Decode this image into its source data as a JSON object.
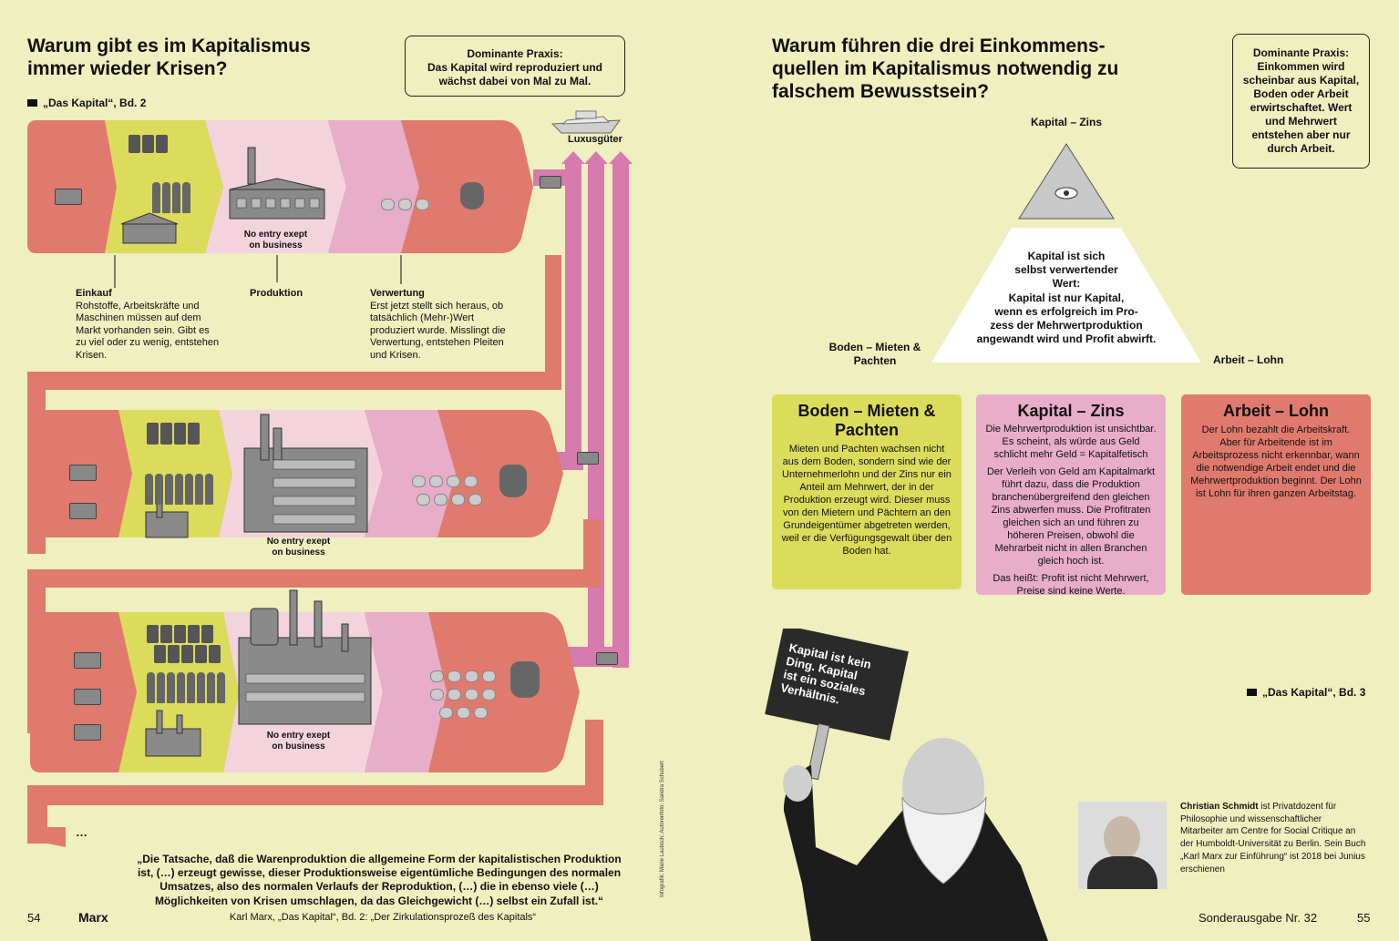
{
  "left": {
    "title": "Warum gibt es im Kapitalismus immer wieder Krisen?",
    "ref": "„Das Kapital“, Bd. 2",
    "praxis": {
      "head": "Dominante Praxis:",
      "text": "Das Kapital wird reproduziert und wächst dabei von Mal zu Mal."
    },
    "luxury": "Luxusgüter",
    "no_entry": [
      "No entry exept",
      "on business"
    ],
    "stages": [
      {
        "head": "Einkauf",
        "text": "Rohstoffe, Arbeitskräfte und Maschinen müssen auf dem Markt vorhanden sein. Gibt es zu viel oder zu wenig, entstehen Krisen."
      },
      {
        "head": "Produktion",
        "text": ""
      },
      {
        "head": "Verwertung",
        "text": "Erst jetzt stellt sich heraus, ob tatsächlich (Mehr-)Wert produziert wurde. Misslingt die Verwertung, entstehen Pleiten und Krisen."
      }
    ],
    "ellipsis": "…",
    "quote": "„Die Tatsache, daß die Warenproduktion die allgemeine Form der kapitalistischen Produktion ist, (…) erzeugt gewisse, dieser Produktionsweise eigentümliche Bedingungen des normalen Umsatzes, also des normalen Verlaufs der Reproduktion, (…) die in ebenso viele (…) Möglichkeiten von Krisen umschlagen, da das Gleichgewicht (…) selbst ein Zufall ist.“",
    "quote_source": "Karl Marx, „Das Kapital“, Bd. 2: „Der Zirkulationsprozeß des Kapitals“",
    "credit": "Infografik: Marie Laubsch; Autorenfoto: Sandra Schubert",
    "page_no": "54",
    "magazine": "Marx"
  },
  "right": {
    "title": "Warum führen die drei Einkommensquellen im Kapitalismus notwendig zu falschem Bewusstsein?",
    "title_lines": [
      "Warum führen die drei Einkommens-",
      "quellen im Kapitalismus notwendig zu",
      "falschem Bewusstsein?"
    ],
    "praxis": {
      "head": "Dominante Praxis:",
      "text": "Einkommen wird scheinbar aus Kapital, Boden oder Arbeit erwirtschaftet. Wert und Mehrwert entstehen aber nur durch Arbeit."
    },
    "pyr_top": "Kapital – Zins",
    "pyr_left": "Boden – Mieten & Pachten",
    "pyr_right": "Arbeit – Lohn",
    "pyr_text": [
      "Kapital ist sich",
      "selbst verwertender",
      "Wert:",
      "Kapital ist nur Kapital,",
      "wenn es erfolgreich im Pro-",
      "zess der Mehrwertproduktion",
      "angewandt wird und Profit abwirft."
    ],
    "cards": [
      {
        "title": "Boden – Mieten & Pachten",
        "text": "Mieten und Pachten wachsen nicht aus dem Boden, sondern sind wie der Unternehmerlohn und der Zins nur ein Anteil am Mehrwert, der in der Produktion erzeugt wird. Dieser muss von den Mietern und Pächtern an den Grundeigentümer abgetreten werden, weil er die Verfügungsgewalt über den Boden hat.",
        "color": "#dcdc5c"
      },
      {
        "title": "Kapital – Zins",
        "p1": "Die Mehrwertproduktion ist unsichtbar. Es scheint, als würde aus Geld schlicht mehr Geld = Kapitalfetisch",
        "p2": "Der Verleih von Geld am Kapitalmarkt führt dazu, dass die Produktion branchenübergreifend den gleichen Zins abwerfen muss. Die Profitraten gleichen sich an und führen zu höheren Preisen, obwohl die Mehrarbeit nicht in allen Branchen gleich hoch ist.",
        "p3": "Das heißt: Profit ist nicht Mehrwert, Preise sind keine Werte.",
        "color": "#e8adc8"
      },
      {
        "title": "Arbeit – Lohn",
        "text": "Der Lohn bezahlt die Arbeitskraft. Aber für Arbeitende ist im Arbeitsprozess nicht erkennbar, wann die notwendige Arbeit endet und die Mehrwertproduktion beginnt. Der Lohn ist Lohn für ihren ganzen Arbeitstag.",
        "color": "#e07a6e"
      }
    ],
    "ref": "„Das Kapital“, Bd. 3",
    "sign": [
      "Kapital ist kein",
      "Ding. Kapital",
      "ist ein soziales",
      "Verhältnis."
    ],
    "author_name": "Christian Schmidt",
    "author_bio": "ist Privatdozent für Philosophie und wissenschaftlicher Mitarbeiter am Centre for Social Critique an der Humboldt-Universität zu Berlin. Sein Buch „Karl Marx zur Einführung“ ist 2018 bei Junius erschienen",
    "issue": "Sonderausgabe Nr. 32",
    "page_no": "55"
  },
  "colors": {
    "bg": "#efefbf",
    "coral": "#e07a6e",
    "yellow": "#dcdc5c",
    "pink_light": "#f3d4dd",
    "pink_mid": "#e8adc8",
    "magenta": "#d77aae"
  }
}
